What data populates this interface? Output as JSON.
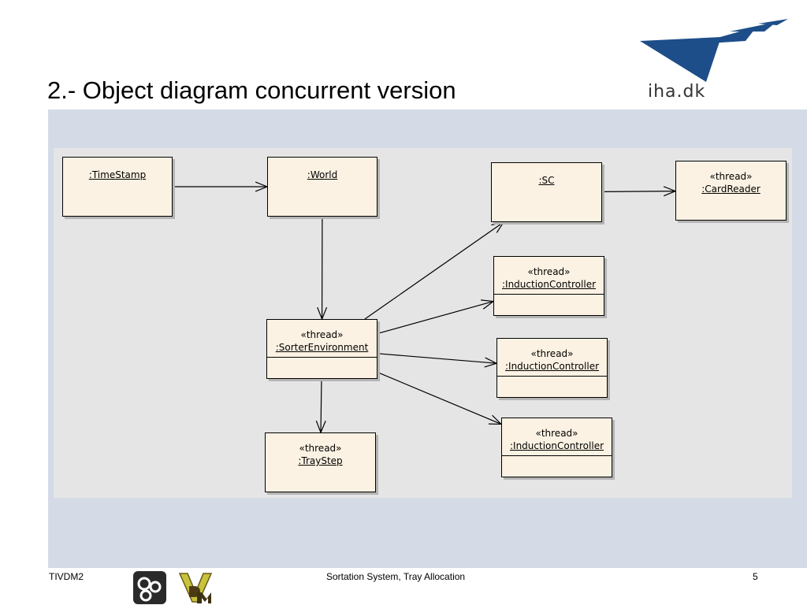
{
  "slide": {
    "title": "2.- Object diagram concurrent version"
  },
  "logo": {
    "text": "iha.dk",
    "icon": "iha-wing-logo-icon",
    "color": "#1d4e89"
  },
  "colors": {
    "panel_bg": "#d4dbe7",
    "canvas_bg": "#e5e5e5",
    "box_bg": "#fcf2e3",
    "line": "#000000"
  },
  "diagram": {
    "nodes": [
      {
        "id": "timestamp",
        "stereotype": "",
        "name": ":TimeStamp"
      },
      {
        "id": "world",
        "stereotype": "",
        "name": ":World"
      },
      {
        "id": "sc",
        "stereotype": "",
        "name": ":SC"
      },
      {
        "id": "cardreader",
        "stereotype": "«thread»",
        "name": ":CardReader"
      },
      {
        "id": "ic1",
        "stereotype": "«thread»",
        "name": ":InductionController"
      },
      {
        "id": "sorterenv",
        "stereotype": "«thread»",
        "name": ":SorterEnvironment"
      },
      {
        "id": "ic2",
        "stereotype": "«thread»",
        "name": ":InductionController"
      },
      {
        "id": "ic3",
        "stereotype": "«thread»",
        "name": ":InductionController"
      },
      {
        "id": "traystep",
        "stereotype": "«thread»",
        "name": ":TrayStep"
      }
    ],
    "edges": [
      {
        "from": "timestamp",
        "to": "world"
      },
      {
        "from": "world",
        "to": "sorterenv"
      },
      {
        "from": "sorterenv",
        "to": "traystep"
      },
      {
        "from": "sorterenv",
        "to": "sc"
      },
      {
        "from": "sorterenv",
        "to": "ic1"
      },
      {
        "from": "sorterenv",
        "to": "ic2"
      },
      {
        "from": "sorterenv",
        "to": "ic3"
      },
      {
        "from": "sc",
        "to": "cardreader"
      }
    ]
  },
  "footer": {
    "left": "TIVDM2",
    "center": "Sortation System, Tray Allocation",
    "page": "5",
    "icons": [
      "overture-logo-icon",
      "vdm-logo-icon"
    ]
  }
}
